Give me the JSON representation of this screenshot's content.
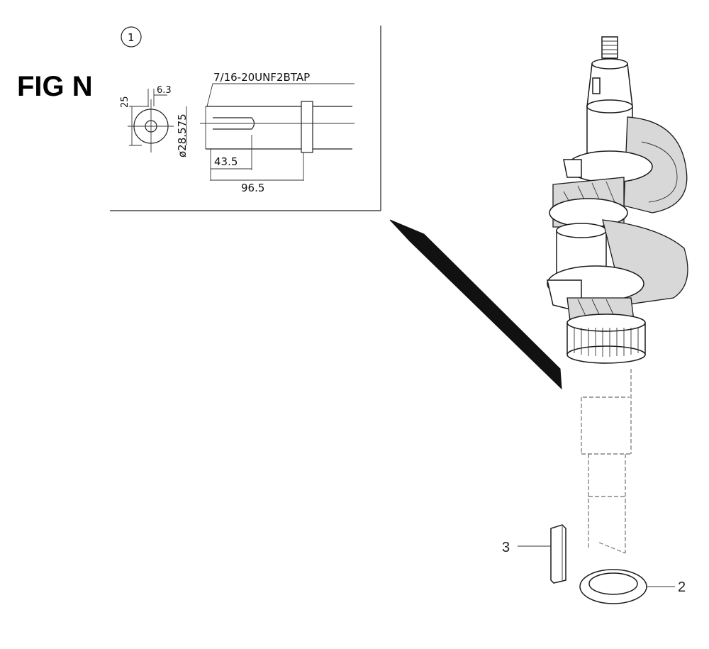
{
  "figure": {
    "title": "FIG N",
    "detail_ref": "1",
    "thread_spec": "7/16-20UNF2BTAP",
    "dim_keyway": "6.3",
    "dim_height": "25",
    "dim_diameter": "ø28.575",
    "dim_keyway_length": "43.5",
    "dim_total_length": "96.5"
  },
  "callouts": {
    "key": "3",
    "washer": "2"
  }
}
